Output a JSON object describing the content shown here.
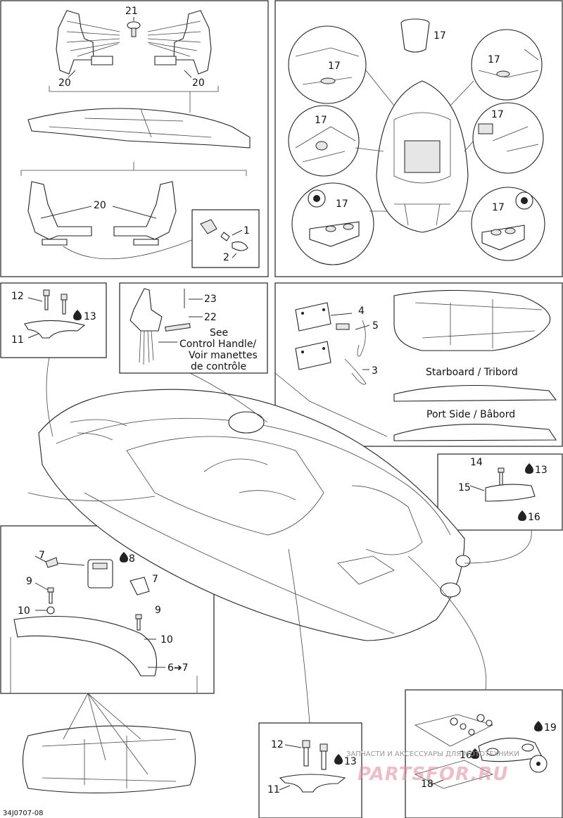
{
  "callouts": {
    "c21": "21",
    "c20a": "20",
    "c20b": "20",
    "c20c": "20",
    "c1": "1",
    "c2": "2",
    "c17a": "17",
    "c17b": "17",
    "c17c": "17",
    "c17d": "17",
    "c17e": "17",
    "c17f": "17",
    "c17g": "17",
    "c12a": "12",
    "c13a": "13",
    "c11a": "11",
    "c23": "23",
    "c22": "22",
    "c4": "4",
    "c5": "5",
    "c3": "3",
    "c14": "14",
    "c13b": "13",
    "c15": "15",
    "c16a": "16",
    "c7a": "7",
    "c8": "8",
    "c7b": "7",
    "c9a": "9",
    "c10a": "10",
    "c9b": "9",
    "c10b": "10",
    "c6to7": "6➔7",
    "c12b": "12",
    "c13c": "13",
    "c11b": "11",
    "c16b": "16",
    "c19": "19",
    "c18": "18"
  },
  "captions": {
    "see_line1": "See",
    "see_line2": "Control Handle/",
    "see_line3": "Voir manettes",
    "see_line4": "de contrôle",
    "starboard": "Starboard / Tribord",
    "port": "Port Side / Bâbord"
  },
  "reference_code": "34J0707-08",
  "watermark": {
    "text": "ЗАПЧАСТИ И АКСЕССУАРЫ ДЛЯ МОТОТЕХНИКИ",
    "logo": "PARTSFOR.RU"
  }
}
